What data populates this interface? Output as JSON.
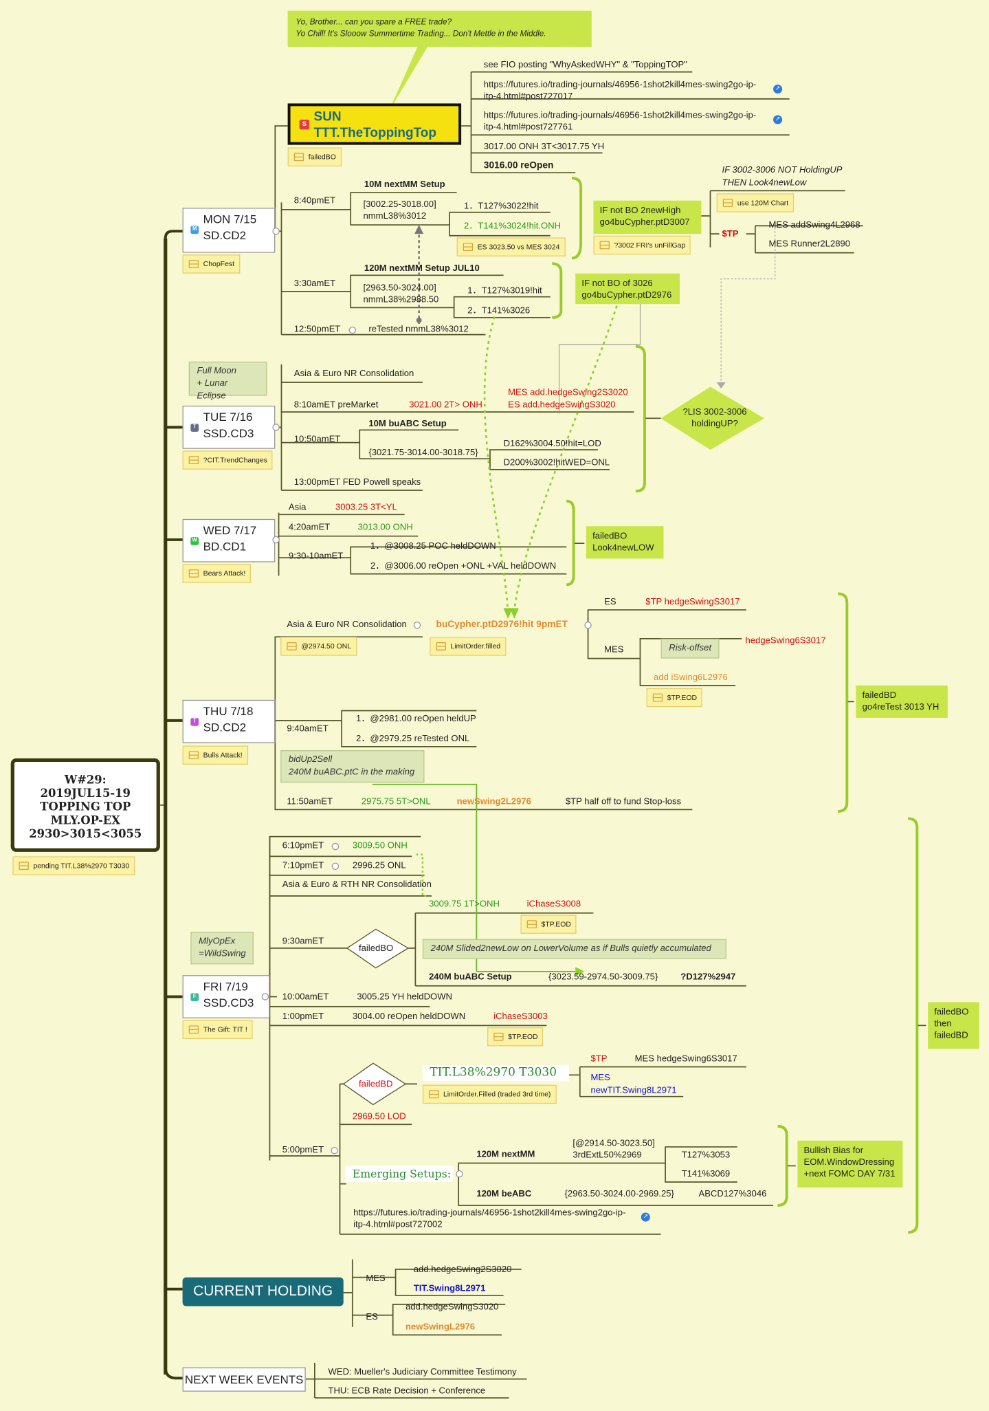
{
  "root": {
    "lines": [
      "W#29:",
      "2019JUL15-19",
      "TOPPING TOP",
      "MLY.OP-EX",
      "2930>3015<3055"
    ],
    "tag": "pending TIT.L38%2970 T3030"
  },
  "sunday": {
    "callout": [
      "Yo, Brother... can you spare a FREE trade?",
      "Yo Chill!  It's Slooow Summertime Trading... Don't Mettle in the Middle."
    ],
    "title": [
      "SUN",
      "TTT.TheToppingTop"
    ],
    "tag": "failedBO",
    "notes": [
      "see FIO posting \"WhyAskedWHY\" & \"ToppingTOP\"",
      "https://futures.io/trading-journals/46956-1shot2kill4mes-swing2go-ip-",
      "itp-4.html#post727017",
      "https://futures.io/trading-journals/46956-1shot2kill4mes-swing2go-ip-",
      "itp-4.html#post727761",
      "3017.00 ONH   3T<3017.75 YH",
      "3016.00 reOpen"
    ]
  },
  "monday": {
    "day": [
      "MON 7/15",
      "SD.CD2"
    ],
    "tag": "ChopFest",
    "t1": "8:40pmET",
    "s1": "10M nextMM Setup",
    "s1a": "[3002.25-3018.00]",
    "s1b": "nmmL38%3012",
    "s1t1": "1．T127%3022!hit",
    "s1t2": "2．T141%3024!hit.ONH",
    "s1tag": "ES 3023.50 vs MES 3024",
    "c1": [
      "IF not BO 2newHigh",
      "go4buCypher.ptD3007"
    ],
    "c1tag": "?3002 FRI's unFillGap",
    "if1": [
      "IF 3002-3006 NOT HoldingUP",
      "THEN Look4newLow"
    ],
    "if1tag": "use 120M Chart",
    "tp": "$TP",
    "tp1": "MES addSwing4L2968",
    "tp2": "MES Runner2L2890",
    "t2": "3:30amET",
    "s2": "120M nextMM Setup JUL10",
    "s2a": "[2963.50-3024.00]",
    "s2b": "nmmL38%2988.50",
    "s2t1": "1．T127%3019!hit",
    "s2t2": "2．T141%3026",
    "c2": [
      "IF not BO of 3026",
      "go4buCypher.ptD2976"
    ],
    "t3": "12:50pmET",
    "t3n": "reTested nmmL38%3012"
  },
  "tuesday": {
    "day": [
      "TUE 7/16",
      "SSD.CD3"
    ],
    "tag": "?CIT.TrendChanges",
    "note": [
      "Full Moon",
      "+ Lunar Eclipse"
    ],
    "r1": "Asia & Euro NR Consolidation",
    "r2": "8:10amET preMarket",
    "r2v": "3021.00 2T> ONH",
    "hedge": [
      "MES add.hedgeSwing2S3020",
      "ES add.hedgeSwingS3020"
    ],
    "r3": "10:50amET",
    "r3s": "10M buABC Setup",
    "r3v": "{3021.75-3014.00-3018.75}",
    "r3a": "D162%3004.50!hit=LOD",
    "r3b": "D200%3002!hitWED=ONL",
    "r4": "13:00pmET FED Powell speaks",
    "diamond": [
      "?LIS 3002-3006",
      "holdingUP?"
    ]
  },
  "wednesday": {
    "day": [
      "WED 7/17",
      "BD.CD1"
    ],
    "tag": "Bears Attack!",
    "r1": "Asia",
    "r1v": "3003.25 3T<YL",
    "r2": "4:20amET",
    "r2v": "3013.00 ONH",
    "r3": "9:30-10amET",
    "r3a": "1．@3008.25 POC heldDOWN",
    "r3b": "2．@3006.00 reOpen +ONL +VAL heldDOWN",
    "callout": [
      "failedBO",
      "Look4newLOW"
    ]
  },
  "thursday": {
    "day": [
      "THU 7/18",
      "SD.CD2"
    ],
    "tag": "Bulls Attack!",
    "r1": "Asia & Euro NR Consolidation",
    "r1tag": "@2974.50 ONL",
    "r1v": "buCypher.ptD2976!hit 9pmET",
    "r1vtag": "LimitOrder.filled",
    "es": "ES",
    "esv": "$TP hedgeSwingS3017",
    "mes": "MES",
    "risk": "Risk-offset",
    "hedge": "hedgeSwing6S3017",
    "addi": "add iSwing6L2976",
    "tptag": "$TP.EOD",
    "r2": "9:40amET",
    "r2a": "1．@2981.00 reOpen heldUP",
    "r2b": "2．@2979.25 reTested ONL",
    "note": [
      "bidUp2Sell",
      "240M buABC.ptC in the making"
    ],
    "r3": "11:50amET",
    "r3a": "2975.75 5T>ONL",
    "r3b": "newSwing2L2976",
    "r3c": "$TP half off to fund Stop-loss",
    "callout": [
      "failedBD",
      "go4reTest 3013 YH"
    ]
  },
  "friday": {
    "day": [
      "FRI 7/19",
      "SSD.CD3"
    ],
    "tag": "The Gift: TIT !",
    "note": [
      "MlyOpEx",
      "=WildSwing"
    ],
    "r1": "6:10pmET",
    "r1v": "3009.50 ONH",
    "r2": "7:10pmET",
    "r2v": "2996.25 ONL",
    "r3": "Asia & Euro & RTH NR Consolidation",
    "r4": "9:30amET",
    "diamond1": "failedBO",
    "r4a": "3009.75 1T>ONH",
    "r4b": "iChaseS3008",
    "r4tag": "$TP.EOD",
    "r4note": "240M Slided2newLow on LowerVolume as if Bulls quietly accumulated",
    "r4s": "240M buABC Setup",
    "r4sv": "{3023.59-2974.50-3009.75}",
    "r4st": "?D127%2947",
    "r5": "10:00amET",
    "r5v": "3005.25 YH heldDOWN",
    "r6": "1:00pmET",
    "r6v": "3004.00 reOpen heldDOWN",
    "r6b": "iChaseS3003",
    "r6tag": "$TP.EOD",
    "diamond2": "failedBD",
    "tit": "TIT.L38%2970 T3030",
    "tittag": "LimitOrder.Filled (traded 3rd time)",
    "tp": "$TP",
    "tp1": "MES hedgeSwing6S3017",
    "mes": "MES",
    "mes2": "newTIT.Swing8L2971",
    "lod": "2969.50 LOD",
    "r7": "5:00pmET",
    "emerg": "Emerging Setups:",
    "e1": "120M nextMM",
    "e1a": "[@2914.50-3023.50]",
    "e1b": "3rdExtL50%2969",
    "e1t1": "T127%3053",
    "e1t2": "T141%3069",
    "e2": "120M beABC",
    "e2a": "{2963.50-3024.00-2969.25}",
    "e2b": "ABCD127%3046",
    "link": [
      "https://futures.io/trading-journals/46956-1shot2kill4mes-swing2go-ip-",
      "itp-4.html#post727002"
    ],
    "bias": [
      "Bullish Bias for",
      "EOM.WindowDressing",
      "+next FOMC DAY 7/31"
    ],
    "right": [
      "failedBO",
      "then",
      "failedBD"
    ]
  },
  "holding": {
    "title": "CURRENT HOLDING",
    "mes": "MES",
    "mes1": "add.hedgeSwing2S3020",
    "mes2": "TIT.Swing8L2971",
    "es": "ES",
    "es1": "add.hedgeSwingS3020",
    "es2": "newSwingL2976"
  },
  "nextweek": {
    "title": "NEXT WEEK EVENTS",
    "e1": "WED: Mueller's Judiciary Committee Testimony",
    "e2": "THU: ECB Rate Decision + Conference"
  },
  "colors": {
    "background": "#f8f8d2",
    "accent": "#c8e64a",
    "spine": "#3a3a10",
    "holding": "#1a6b7a"
  }
}
